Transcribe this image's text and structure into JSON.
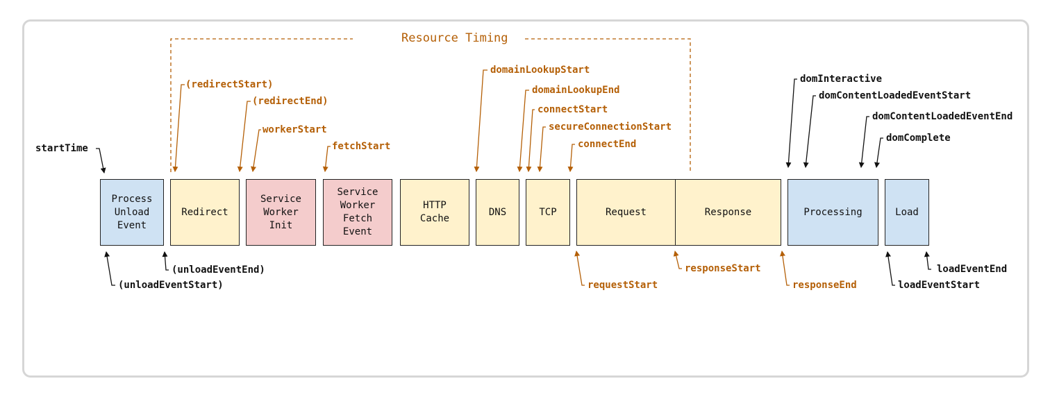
{
  "title": "Resource Timing",
  "colors": {
    "orange": "#b45f06",
    "black": "#111111",
    "blue_fill": "#cfe2f3",
    "yellow_fill": "#fff2cc",
    "pink_fill": "#f4cccc"
  },
  "boxes": {
    "process_unload_event": "Process\nUnload\nEvent",
    "redirect": "Redirect",
    "service_worker_init": "Service\nWorker\nInit",
    "service_worker_fetch_event": "Service\nWorker\nFetch\nEvent",
    "http_cache": "HTTP\nCache",
    "dns": "DNS",
    "tcp": "TCP",
    "request": "Request",
    "response": "Response",
    "processing": "Processing",
    "load": "Load"
  },
  "labels": {
    "start_time": "startTime",
    "redirect_start": "(redirectStart)",
    "redirect_end": "(redirectEnd)",
    "worker_start": "workerStart",
    "fetch_start": "fetchStart",
    "domain_lookup_start": "domainLookupStart",
    "domain_lookup_end": "domainLookupEnd",
    "connect_start": "connectStart",
    "secure_connection_start": "secureConnectionStart",
    "connect_end": "connectEnd",
    "dom_interactive": "domInteractive",
    "dom_content_loaded_event_start": "domContentLoadedEventStart",
    "dom_content_loaded_event_end": "domContentLoadedEventEnd",
    "dom_complete": "domComplete",
    "unload_event_end": "(unloadEventEnd)",
    "unload_event_start": "(unloadEventStart)",
    "request_start": "requestStart",
    "response_start": "responseStart",
    "response_end": "responseEnd",
    "load_event_end": "loadEventEnd",
    "load_event_start": "loadEventStart"
  }
}
